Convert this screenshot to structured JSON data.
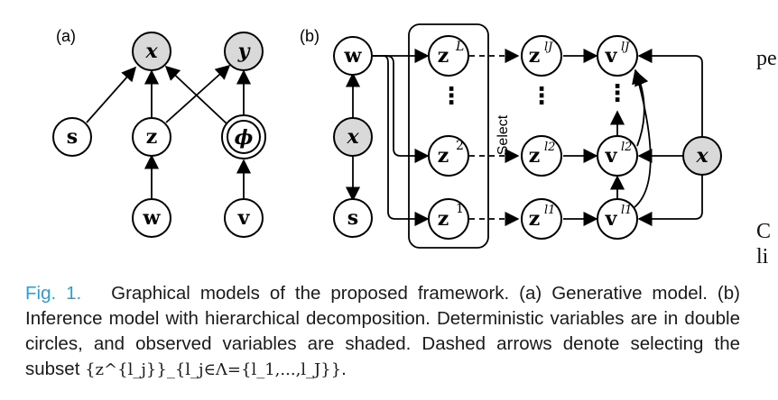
{
  "panels": {
    "a_label": "(a)",
    "b_label": "(b)"
  },
  "nodes": {
    "x": "x",
    "y": "y",
    "s": "s",
    "z": "z",
    "phi": "ϕ",
    "w": "w",
    "v": "v",
    "zL": "L",
    "z2": "2",
    "z1": "1",
    "zlJ": "lJ",
    "zl2": "l2",
    "zl1": "l1"
  },
  "select_label": "Select",
  "caption": {
    "fig_label": "Fig. 1.",
    "text": "Graphical models of the proposed framework. (a) Generative model. (b) Inference model with hierarchical decomposition. Deterministic variables are in double circles, and observed variables are shaded. Dashed arrows denote selecting the subset",
    "math": "{z^{l_j}}_{l_j∈Λ={l_1,...,l_J}}",
    "end": "."
  },
  "page_edge": {
    "line1": "pe",
    "line2": "C",
    "line3": "li"
  }
}
